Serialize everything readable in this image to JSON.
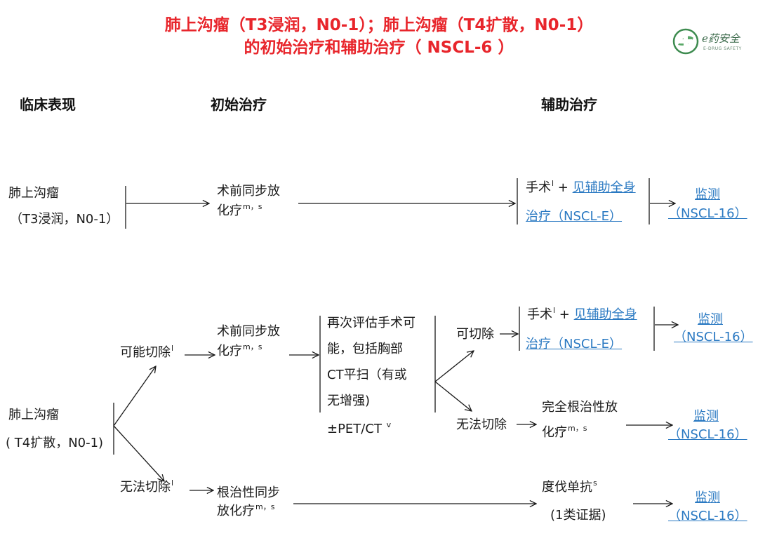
{
  "title": {
    "line1": "肺上沟瘤（T3浸润，N0-1）；肺上沟瘤（T4扩散，N0-1）",
    "line2": "的初始治疗和辅助治疗（ NSCL-6 ）"
  },
  "logo": {
    "name": "e药安全",
    "sub": "E-DRUG SAFETY",
    "icon": "cross-leaf-icon"
  },
  "headers": {
    "col1": "临床表现",
    "col2": "初始治疗",
    "col3": "辅助治疗"
  },
  "row1": {
    "presentation_l1": "肺上沟瘤",
    "presentation_l2": "（T3浸润，N0-1）",
    "initial_l1": "术前同步放",
    "initial_l2": "化疗",
    "initial_sup": "m，s",
    "surgery": "手术",
    "surgery_sup": "l",
    "plus": "+",
    "link_a": "见辅助全身",
    "link_b": "治疗（NSCL-E）",
    "monitor": "监测",
    "monitor_ref": "（NSCL-16）"
  },
  "row2": {
    "presentation_l1": "肺上沟瘤",
    "presentation_l2": "( T4扩散，N0-1)",
    "resectable": "可能切除",
    "resectable_sup": "l",
    "unresectable": "无法切除",
    "unresectable_sup": "l",
    "initial_l1": "术前同步放",
    "initial_l2": "化疗",
    "initial_sup": "m，s",
    "reeval_l1": "再次评估手术可",
    "reeval_l2": "能，包括胸部",
    "reeval_l3": "CT平扫（有或",
    "reeval_l4": "无增强)",
    "reeval_l5": "±PET/CT",
    "reeval_sup": "v",
    "can_resect": "可切除",
    "surgery": "手术",
    "surgery_sup": "l",
    "plus": "+",
    "link_a": "见辅助全身",
    "link_b": "治疗（NSCL-E）",
    "monitor1": "监测",
    "monitor1_ref": "（NSCL-16）",
    "cannot_resect": "无法切除",
    "complete_l1": "完全根治性放",
    "complete_l2": "化疗",
    "complete_sup": "m，s",
    "monitor2": "监测",
    "monitor2_ref": "（NSCL-16）",
    "definitive_l1": "根治性同步",
    "definitive_l2": "放化疗",
    "definitive_sup": "m，s",
    "durvalumab": "度伐单抗",
    "durvalumab_sup": "s",
    "evidence": "(1类证据)",
    "monitor3": "监测",
    "monitor3_ref": "（NSCL-16）"
  },
  "colors": {
    "title": "#e8252b",
    "link": "#2a79c2",
    "line": "#1a1a1a",
    "logo_green": "#3d8b4f"
  }
}
